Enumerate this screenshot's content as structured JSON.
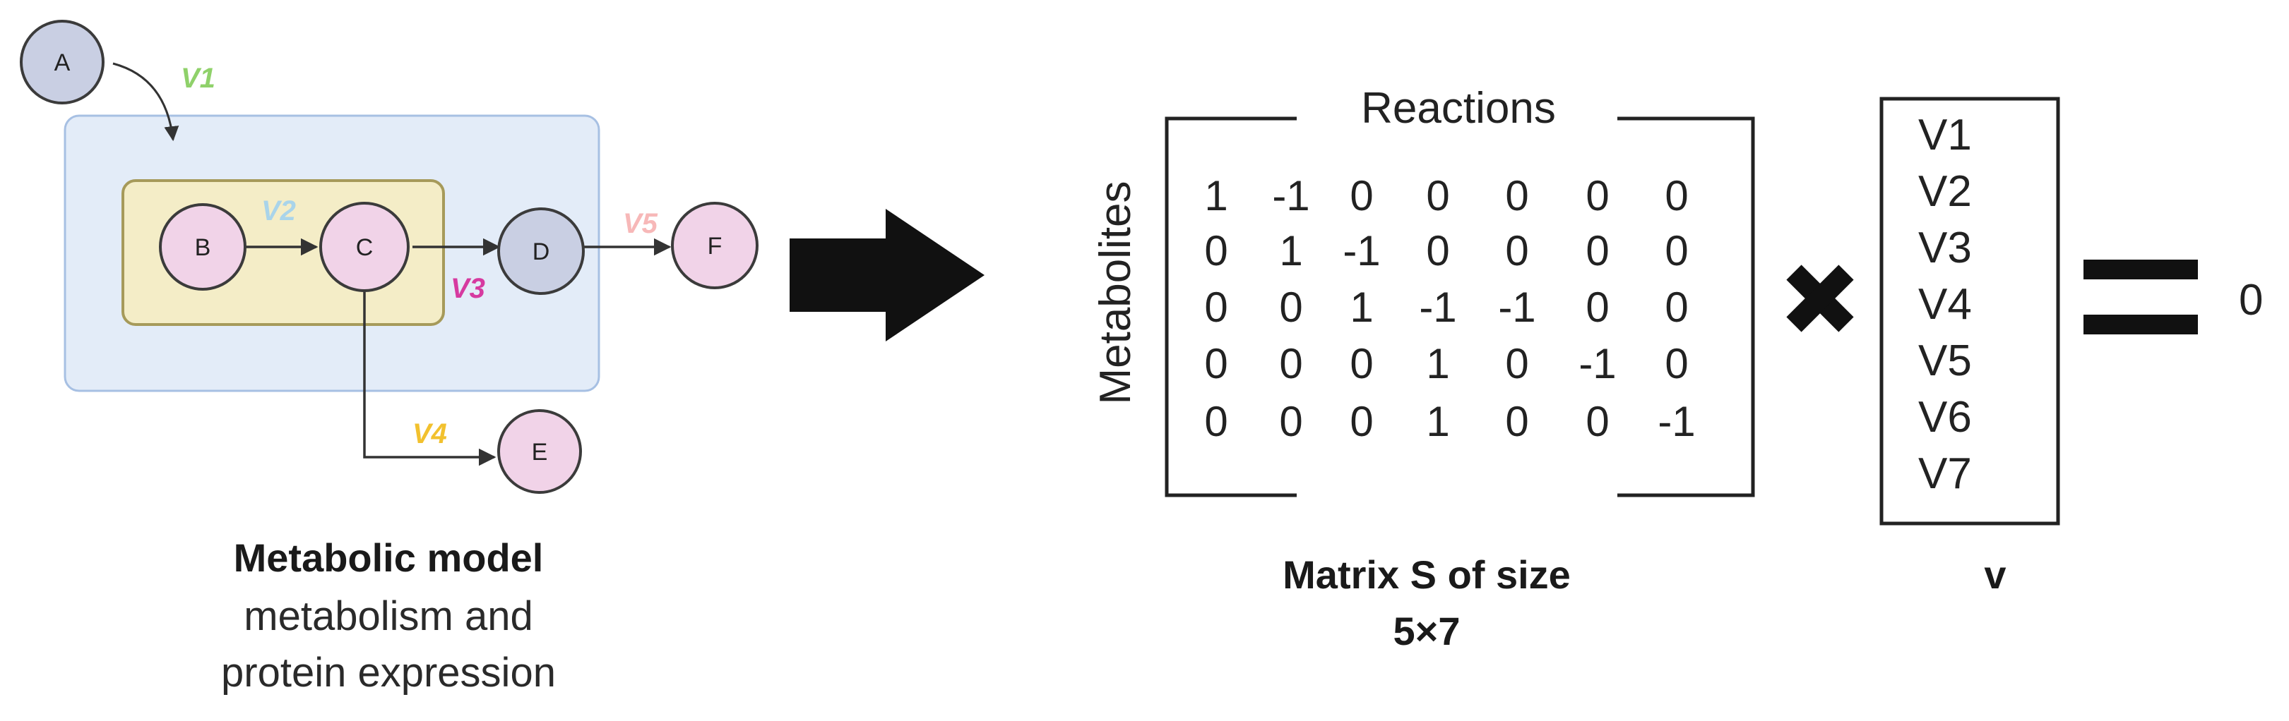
{
  "network": {
    "nodes": [
      {
        "id": "A",
        "label": "A",
        "group": "external"
      },
      {
        "id": "B",
        "label": "B",
        "group": "inner"
      },
      {
        "id": "C",
        "label": "C",
        "group": "inner"
      },
      {
        "id": "D",
        "label": "D",
        "group": "external"
      },
      {
        "id": "E",
        "label": "E",
        "group": "inner"
      },
      {
        "id": "F",
        "label": "F",
        "group": "inner"
      }
    ],
    "reactions": [
      {
        "label": "V1",
        "color": "#8fd16a"
      },
      {
        "label": "V2",
        "color": "#a9d4ea"
      },
      {
        "label": "V3",
        "color": "#d63aa0"
      },
      {
        "label": "V4",
        "color": "#f2c12e"
      },
      {
        "label": "V5",
        "color": "#f7b8b8"
      }
    ],
    "colors": {
      "node_external": "#c9cfe3",
      "node_inner": "#f1d3e8",
      "node_stroke": "#3b3b3b",
      "outer_box": "#e3ecf8",
      "outer_box_stroke": "#a7c0e3",
      "inner_box": "#f4edc7",
      "inner_box_stroke": "#a69a5a"
    }
  },
  "captions": {
    "model_title": "Metabolic model",
    "model_sub_line1": "metabolism and",
    "model_sub_line2": "protein expression",
    "matrix_line1": "Matrix S of size",
    "matrix_line2": "5×7",
    "vector": "v",
    "result": "0"
  },
  "matrix": {
    "column_header": "Reactions",
    "row_header": "Metabolites",
    "rows": [
      [
        "1",
        "-1",
        "0",
        "0",
        "0",
        "0",
        "0"
      ],
      [
        "0",
        "1",
        "-1",
        "0",
        "0",
        "0",
        "0"
      ],
      [
        "0",
        "0",
        "1",
        "-1",
        "-1",
        "0",
        "0"
      ],
      [
        "0",
        "0",
        "0",
        "1",
        "0",
        "-1",
        "0"
      ],
      [
        "0",
        "0",
        "0",
        "1",
        "0",
        "0",
        "-1"
      ]
    ]
  },
  "vector_v": [
    "V1",
    "V2",
    "V3",
    "V4",
    "V5",
    "V6",
    "V7"
  ],
  "operators": {
    "arrow_icon": "big-right-arrow-icon",
    "multiply_icon": "multiply-icon",
    "equals_icon": "equals-icon"
  }
}
